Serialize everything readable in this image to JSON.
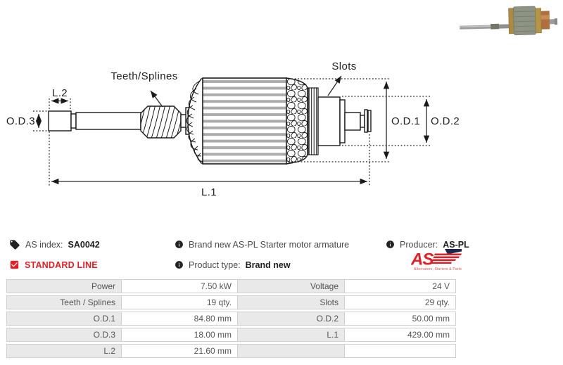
{
  "colors": {
    "brand_red": "#e31e24",
    "logo_navy": "#1b2a4a",
    "line_black": "#1a1a1a",
    "table_label_bg": "#e9e9e9",
    "table_border": "#cfcfcf",
    "text_gray": "#4a4a4a"
  },
  "drawing": {
    "labels": {
      "l2": "L.2",
      "od3": "O.D.3",
      "teeth_splines": "Teeth/Splines",
      "slots": "Slots",
      "od1": "O.D.1",
      "od2": "O.D.2",
      "l1": "L.1"
    }
  },
  "info": {
    "as_index": {
      "label": "AS index:",
      "value": "SA0042"
    },
    "standard_line": "STANDARD LINE",
    "description": "Brand new AS-PL Starter motor armature",
    "product_type": {
      "label": "Product type:",
      "value": "Brand new"
    },
    "producer": {
      "label": "Producer:",
      "value": "AS-PL"
    },
    "logo": {
      "monogram": "AS",
      "tagline": "Alternators, Starters & Parts"
    }
  },
  "table": {
    "rows": [
      {
        "c": [
          "Power",
          "7.50 kW",
          "Voltage",
          "24 V"
        ]
      },
      {
        "c": [
          "Teeth / Splines",
          "19 qty.",
          "Slots",
          "29 qty."
        ]
      },
      {
        "c": [
          "O.D.1",
          "84.80 mm",
          "O.D.2",
          "50.00 mm"
        ]
      },
      {
        "c": [
          "O.D.3",
          "18.00 mm",
          "L.1",
          "429.00 mm"
        ]
      },
      {
        "c": [
          "L.2",
          "21.60 mm",
          "",
          ""
        ]
      }
    ]
  }
}
